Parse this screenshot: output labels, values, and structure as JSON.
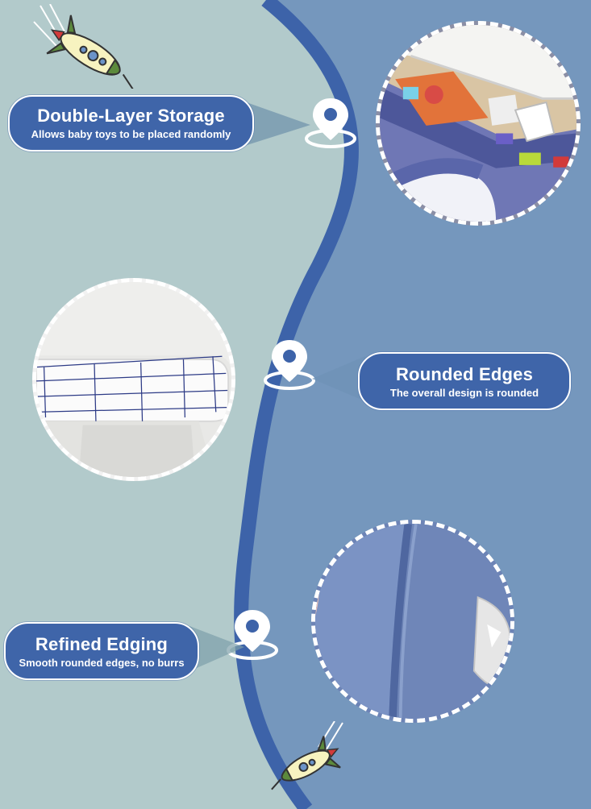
{
  "features": [
    {
      "title": "Double-Layer Storage",
      "subtitle": "Allows baby toys to be placed randomly",
      "image_icon": "storage-tray-photo"
    },
    {
      "title": "Rounded Edges",
      "subtitle": "The overall design is rounded",
      "image_icon": "rounded-corner-photo"
    },
    {
      "title": "Refined Edging",
      "subtitle": "Smooth rounded edges, no burrs",
      "image_icon": "edge-closeup-photo"
    }
  ],
  "decorations": {
    "rocket_icon": "rocket-icon",
    "pin_icon": "location-pin-icon"
  },
  "colors": {
    "left_bg": "#b2cacb",
    "right_bg": "#7597bd",
    "wave": "#3d63a9",
    "label_bg": "#3f65a9",
    "text": "#ffffff"
  }
}
